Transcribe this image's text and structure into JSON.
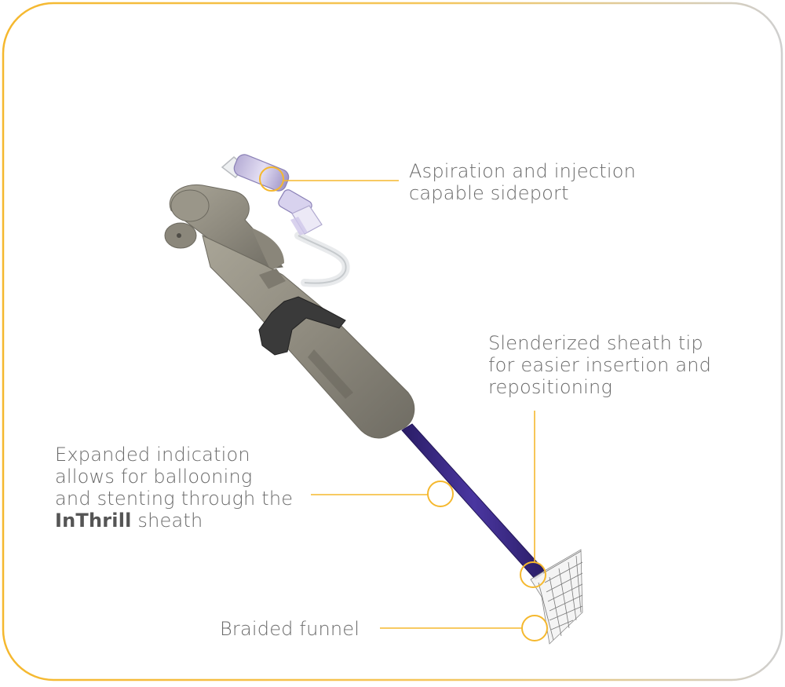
{
  "callouts": {
    "aspiration": {
      "lines": [
        "Aspiration and injection",
        "capable sideport"
      ]
    },
    "tip": {
      "lines": [
        "Slenderized sheath tip",
        "for easier insertion and",
        "repositioning"
      ]
    },
    "expanded": {
      "lines": [
        "Expanded indication",
        "allows for ballooning",
        "and stenting through the"
      ],
      "brand": "InThrill",
      "brand_suffix": " sheath"
    },
    "funnel": {
      "lines": [
        "Braided funnel"
      ]
    }
  },
  "colors": {
    "frame_accent": "#f5b82e",
    "frame_gray": "#c8c8c8",
    "leader": "#f5b82e",
    "sheath": "#3d2a86",
    "handle": "#8f8b80",
    "lever": "#3a3a3a",
    "text": "#6a6a6a"
  }
}
